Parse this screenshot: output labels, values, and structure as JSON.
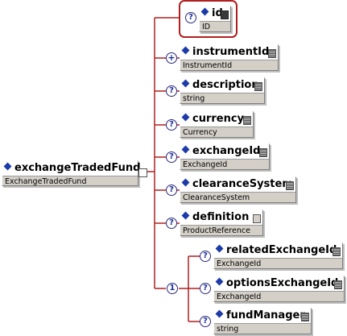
{
  "colors": {
    "connector": "#b02020",
    "diamond": "#1c3aa8",
    "typeband": "#d4d0c8"
  },
  "root": {
    "name": "exchangeTradedFund",
    "type": "ExchangeTradedFund",
    "compositor_icon": "sequence-icon"
  },
  "attribute": {
    "marker": "?",
    "name": "id",
    "type": "ID"
  },
  "children": [
    {
      "marker": "+",
      "name": "instrumentId",
      "type": "InstrumentId"
    },
    {
      "marker": "?",
      "name": "description",
      "type": "string"
    },
    {
      "marker": "?",
      "name": "currency",
      "type": "Currency"
    },
    {
      "marker": "?",
      "name": "exchangeId",
      "type": "ExchangeId"
    },
    {
      "marker": "?",
      "name": "clearanceSystem",
      "type": "ClearanceSystem"
    },
    {
      "marker": "?",
      "name": "definition",
      "type": "ProductReference"
    }
  ],
  "choice": {
    "marker": "1",
    "children": [
      {
        "marker": "?",
        "name": "relatedExchangeId",
        "type": "ExchangeId"
      },
      {
        "marker": "?",
        "name": "optionsExchangeId",
        "type": "ExchangeId"
      },
      {
        "marker": "?",
        "name": "fundManager",
        "type": "string"
      }
    ]
  }
}
